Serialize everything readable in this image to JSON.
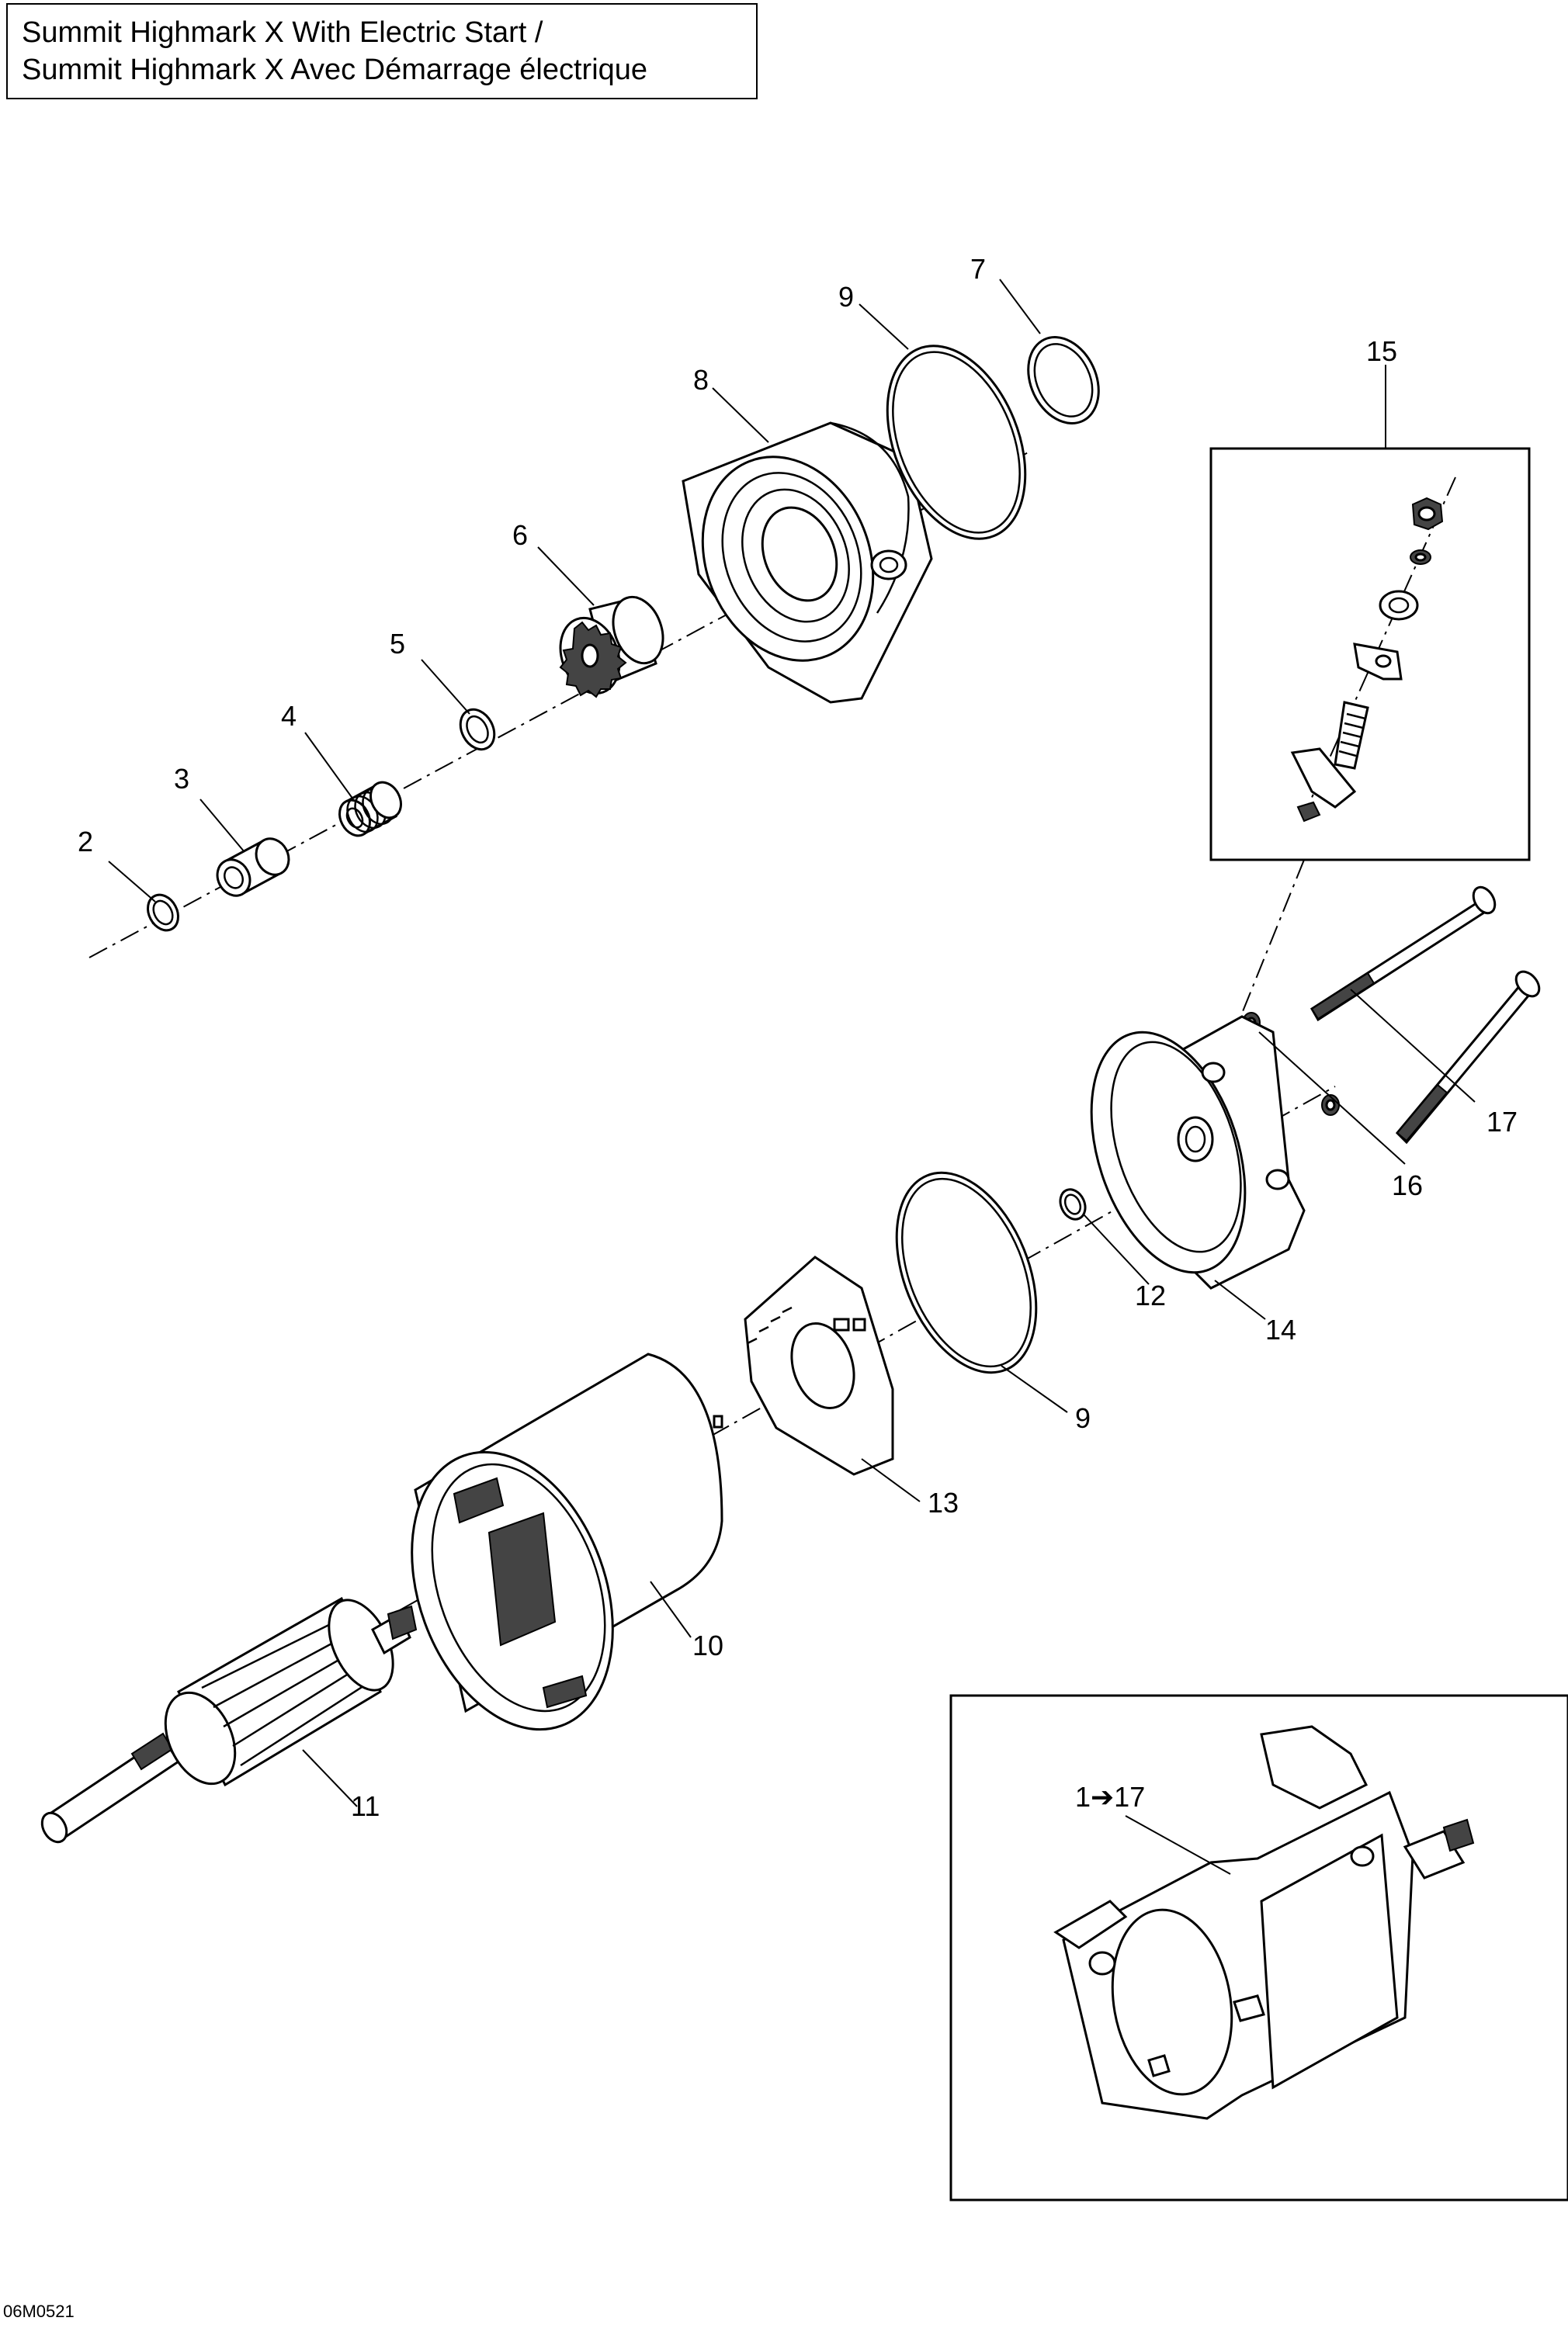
{
  "title": {
    "line1": "Summit Highmark X With Electric Start /",
    "line2": "Summit Highmark X Avec Démarrage électrique"
  },
  "diagram_code": "06M0521",
  "callouts": {
    "c2": "2",
    "c3": "3",
    "c4": "4",
    "c5": "5",
    "c6": "6",
    "c7": "7",
    "c8": "8",
    "c9a": "9",
    "c9b": "9",
    "c10": "10",
    "c11": "11",
    "c12": "12",
    "c13": "13",
    "c14": "14",
    "c15": "15",
    "c16": "16",
    "c17": "17",
    "assembly": "1➔17"
  }
}
